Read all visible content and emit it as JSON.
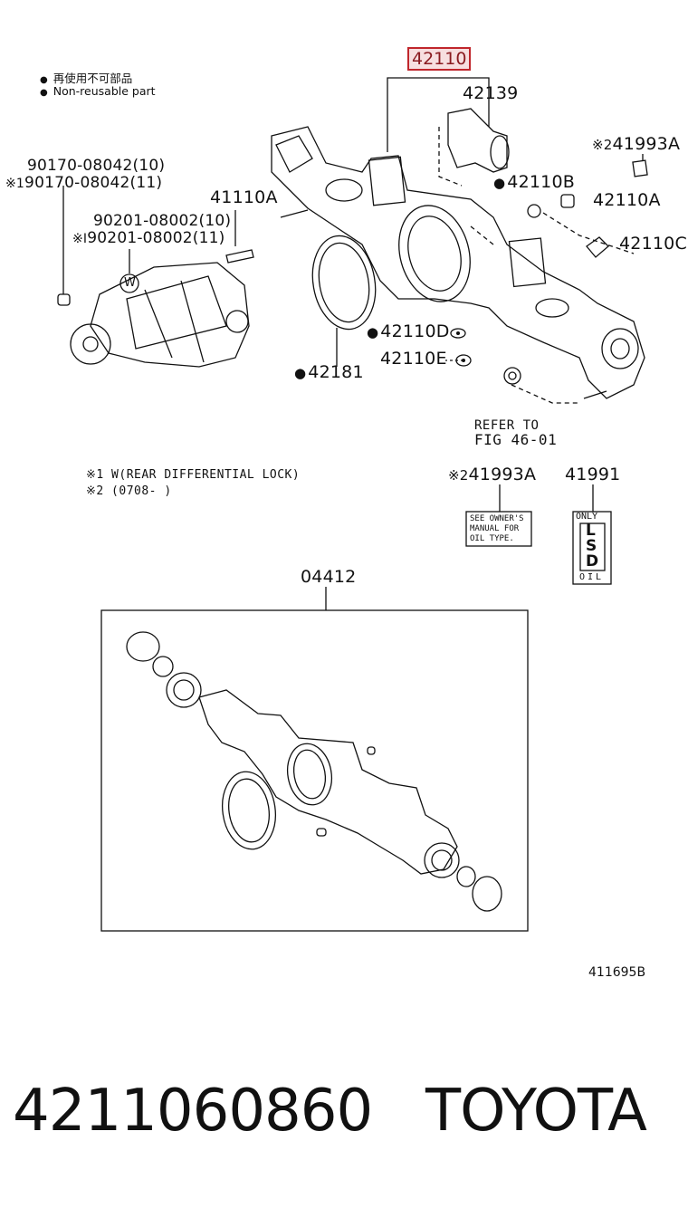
{
  "legend": {
    "jp": "再使用不可部品",
    "en": "Non-reusable part"
  },
  "highlight_part": "42110",
  "labels": {
    "p42139": "42139",
    "p41993A_top": "41993A",
    "p42110B": "42110B",
    "p42110A": "42110A",
    "p42110C": "42110C",
    "p90170_a": "90170-08042(10)",
    "p90170_b": "90170-08042(11)",
    "p41110A": "41110A",
    "p90201_a": "90201-08002(10)",
    "p90201_b": "90201-08002(11)",
    "p42110D": "42110D",
    "p42110E": "42110E",
    "p42181": "42181",
    "refer_1": "REFER TO",
    "refer_2": "FIG  46-01",
    "note1": "※1 W(REAR DIFFERENTIAL LOCK)",
    "note2": "※2 (0708-   )",
    "p41993A_bottom": "41993A",
    "p41991": "41991",
    "p04412": "04412",
    "diagram_id": "411695B",
    "mark1": "※1",
    "mark_i": "※I",
    "mark2": "※2",
    "w_mark": "W"
  },
  "label_card": {
    "l1": "SEE OWNER'S",
    "l2": "MANUAL FOR",
    "l3": "OIL TYPE."
  },
  "lsd_tag": {
    "top": "ONLY",
    "l": "L",
    "s": "S",
    "d": "D",
    "bottom": "OIL"
  },
  "footer": {
    "part_number": "4211060860",
    "brand": "TOYOTA"
  }
}
